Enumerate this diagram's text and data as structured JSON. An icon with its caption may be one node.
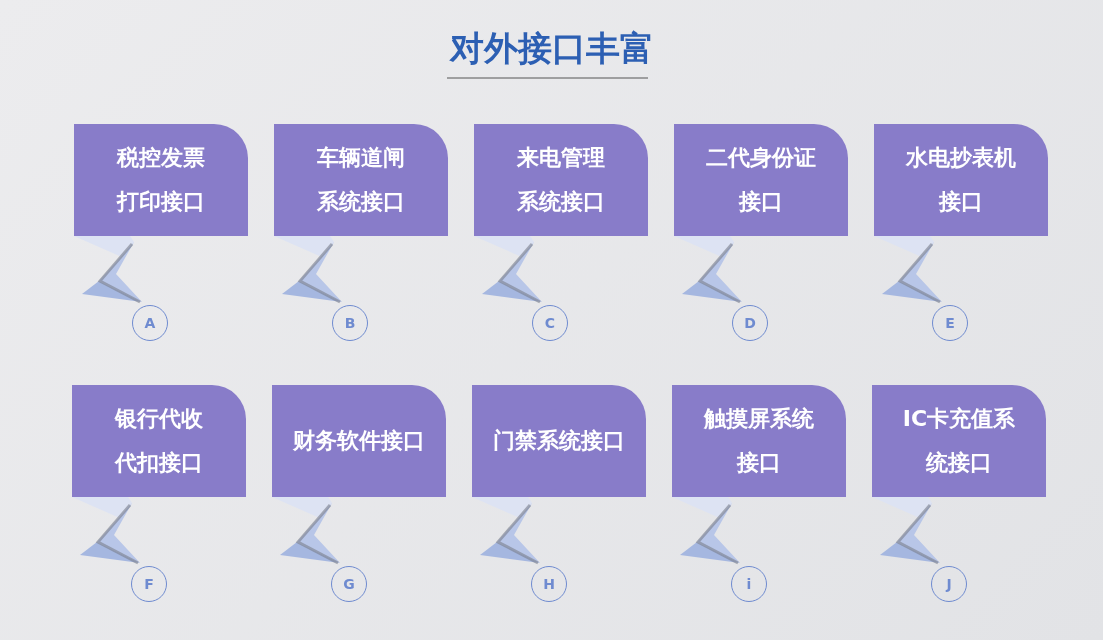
{
  "diagram": {
    "title": "对外接口丰富",
    "nodes": [
      {
        "text": [
          "税控发票打印接口"
        ]
      },
      {
        "text": [
          "车辆道闸系统接口"
        ]
      },
      {
        "text": [
          "来电管理系统接口"
        ]
      },
      {
        "text": [
          "二代身份证接口"
        ]
      },
      {
        "text": [
          "水电抄表机接口"
        ]
      },
      {
        "text": [
          "A"
        ]
      },
      {
        "text": [
          "B"
        ]
      },
      {
        "text": [
          "C"
        ]
      },
      {
        "text": [
          "D"
        ]
      },
      {
        "text": [
          "E"
        ]
      },
      {
        "text": [
          "银行代收代扣接口"
        ]
      },
      {
        "text": [
          "财务软件接口"
        ]
      },
      {
        "text": [
          "门禁系统接口"
        ]
      },
      {
        "text": [
          "触摸屏系统接口"
        ]
      },
      {
        "text": [
          "IC卡充值系统接口"
        ]
      },
      {
        "text": [
          "F"
        ]
      },
      {
        "text": [
          "G"
        ]
      },
      {
        "text": [
          "H"
        ]
      },
      {
        "text": [
          "i"
        ]
      },
      {
        "text": [
          "J"
        ]
      }
    ]
  }
}
